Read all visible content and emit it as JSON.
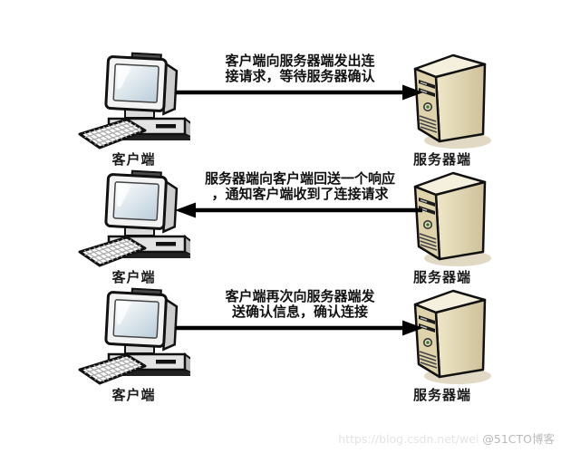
{
  "rows": [
    {
      "client_label": "客户端",
      "server_label": "服务器端",
      "message_line1": "客户端向服务器端发出连",
      "message_line2": "接请求，等待服务器确认",
      "arrow_direction": "right"
    },
    {
      "client_label": "客户端",
      "server_label": "服务器端",
      "message_line1": "服务器端向客户端回送一个响应",
      "message_line2": "，通知客户端收到了连接请求",
      "arrow_direction": "left"
    },
    {
      "client_label": "客户端",
      "server_label": "服务器端",
      "message_line1": "客户端再次向服务器端发",
      "message_line2": "送确认信息，确认连接",
      "arrow_direction": "right"
    }
  ],
  "watermark": {
    "url_text": "https://blog.csdn.net/wei",
    "badge_text": "@51CTO博客"
  },
  "icons": {
    "client": "desktop-computer-icon",
    "server": "server-tower-icon"
  },
  "colors": {
    "background": "#ffffff",
    "text": "#111111",
    "arrow": "#000000",
    "server_front": "#ded3ab",
    "server_top": "#f5f0dd",
    "server_side_dark": "#cec19a",
    "computer_body": "#f3f3f3",
    "screen_tint": "#b9cdd9",
    "power_led": "#2f7a2f",
    "watermark_url": "#e4e4e4",
    "watermark_badge": "#b9b9b9"
  }
}
